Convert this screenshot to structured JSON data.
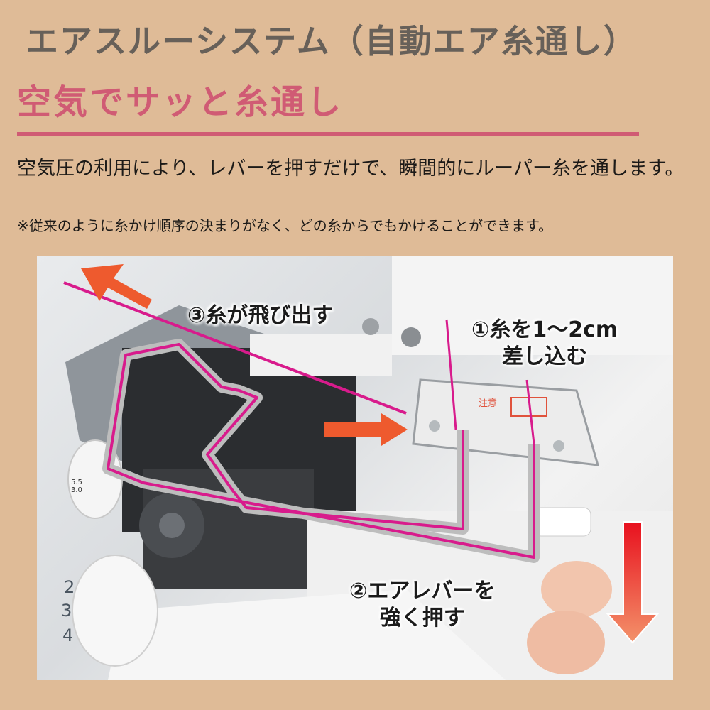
{
  "header": {
    "title": "エアスルーシステム（自動エア糸通し）",
    "subtitle": "空気でサッと糸通し",
    "accent_color": "#d05b74",
    "background_color": "#dfbb97"
  },
  "description": {
    "text": "空気圧の利用により、レバーを押すだけで、瞬間的にルーパー糸を通します。",
    "note": "※従来のように糸かけ順序の決まりがなく、どの糸からでもかけることができます。"
  },
  "photo": {
    "alt": "serger air threading mechanism close-up",
    "thread_color": "#d81b8c",
    "arrow_color": "#ee5a2e",
    "steps": [
      {
        "label_line1": "①糸を1～2cm",
        "label_line2": "差し込む"
      },
      {
        "label_line1": "②エアレバーを",
        "label_line2": "強く押す"
      },
      {
        "label_line1": "③糸が飛び出す",
        "label_line2": ""
      }
    ],
    "panel_label": "注意",
    "dial_numbers": [
      "2",
      "3",
      "4"
    ],
    "dial_small_numbers": [
      "5.5",
      "3.0"
    ]
  }
}
